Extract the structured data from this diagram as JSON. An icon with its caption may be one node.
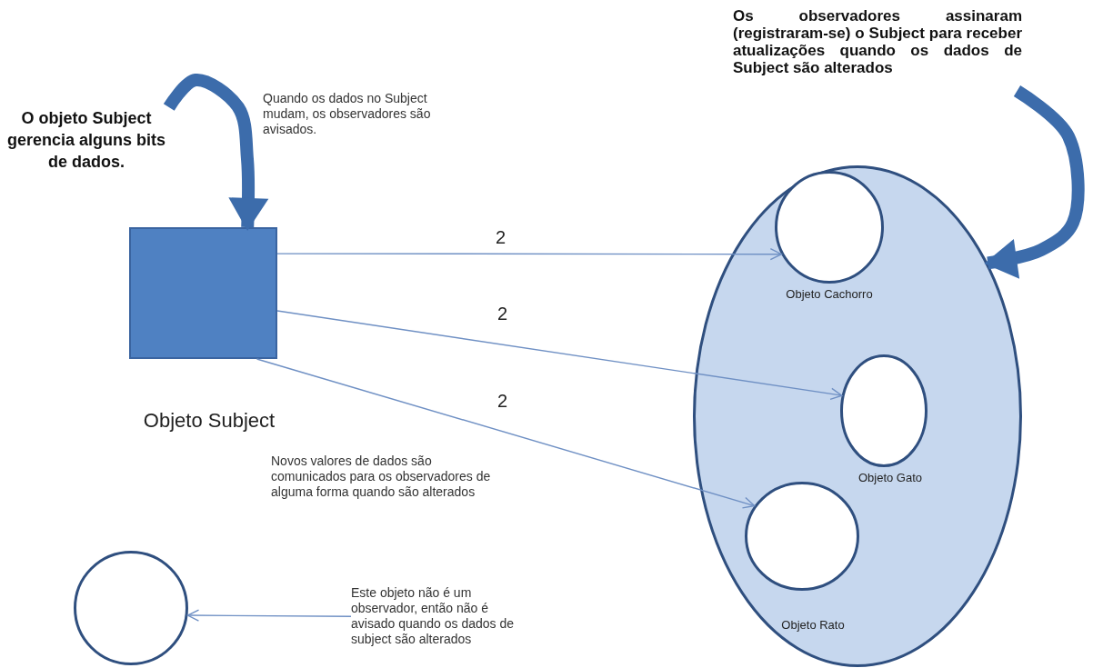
{
  "diagram": {
    "nodes": [
      {
        "text": [
          "O objeto Subject gerencia alguns bits de dados."
        ]
      },
      {
        "text": [
          "Objeto Subject"
        ]
      },
      {
        "text": [],
        "shape": "ellipse"
      },
      {
        "text": [
          "Objeto Cachorro"
        ],
        "in": 2
      },
      {
        "text": [
          "Objeto Gato"
        ],
        "in": 2
      },
      {
        "text": [
          "Objeto Rato"
        ],
        "in": 2
      },
      {
        "text": [
          "Os observadores assinaram (registraram-se) o Subject para receber atualizações quando os dados de Subject são alterados"
        ]
      },
      {
        "text": [],
        "shape": "circle"
      },
      {
        "text": [
          "Este objeto não é um observador, então não é avisado quando os dados de subject são alterados"
        ]
      }
    ],
    "edges": [
      {
        "from": 0,
        "to": 1,
        "arrow": "to",
        "style": "thick",
        "color": "#3c6cab"
      },
      {
        "from": 1,
        "to": 3,
        "arrow": "to",
        "label": "2"
      },
      {
        "from": 1,
        "to": 4,
        "arrow": "to",
        "label": "2"
      },
      {
        "from": 1,
        "to": 5,
        "arrow": "to",
        "label": "2"
      },
      {
        "from": 6,
        "to": 2,
        "arrow": "to",
        "style": "thick",
        "color": "#3c6cab"
      },
      {
        "from": 8,
        "to": 7,
        "arrow": "to"
      }
    ],
    "labels": [
      "Quando os dados no Subject mudam, os observadores são avisados.",
      "Novos valores de dados são comunicados para os observadores de alguma forma quando são alterados"
    ]
  }
}
